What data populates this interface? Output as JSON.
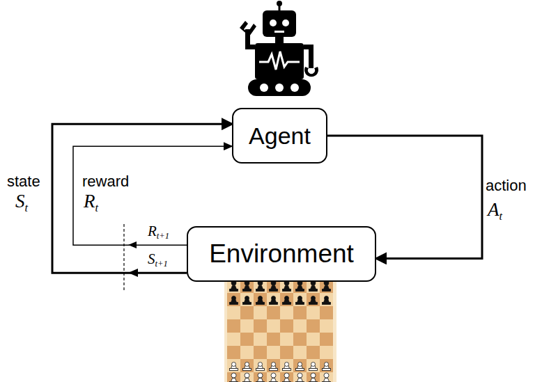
{
  "diagram": {
    "nodes": [
      {
        "text": [
          "Agent"
        ]
      },
      {
        "text": [
          "Environment"
        ]
      }
    ],
    "edges": [
      {
        "from": 0,
        "to": 1,
        "arrow": "to",
        "label": "action"
      },
      {
        "from": 1,
        "to": 0,
        "arrow": "to",
        "label": "state"
      },
      {
        "from": 1,
        "to": 0,
        "arrow": "to",
        "label": "reward"
      }
    ],
    "labels": [
      "At",
      "St",
      "Rt",
      "Rt+1",
      "St+1"
    ]
  }
}
